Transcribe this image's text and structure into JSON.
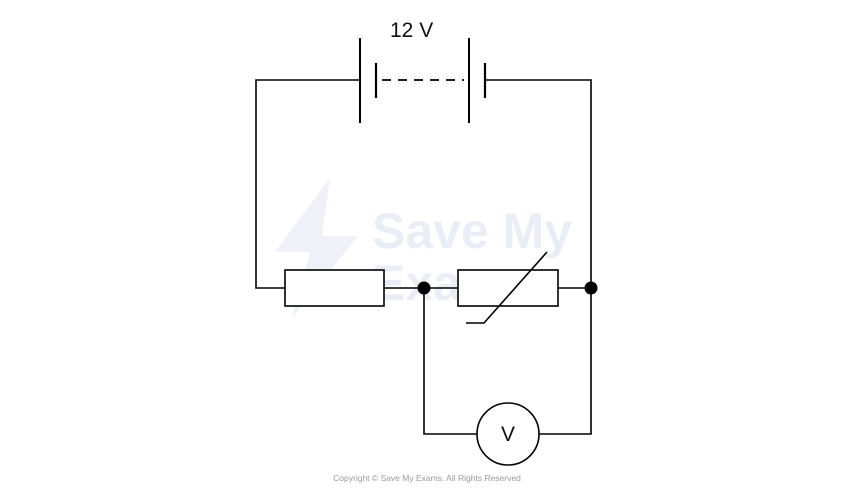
{
  "circuit": {
    "supply_label": "12 V",
    "voltmeter_symbol": "V",
    "components": [
      "battery",
      "fixed-resistor",
      "thermistor",
      "voltmeter"
    ]
  },
  "watermark": {
    "line1": "Save My",
    "line2": "Exams"
  },
  "footer": {
    "copyright": "Copyright © Save My Exams. All Rights Reserved"
  }
}
